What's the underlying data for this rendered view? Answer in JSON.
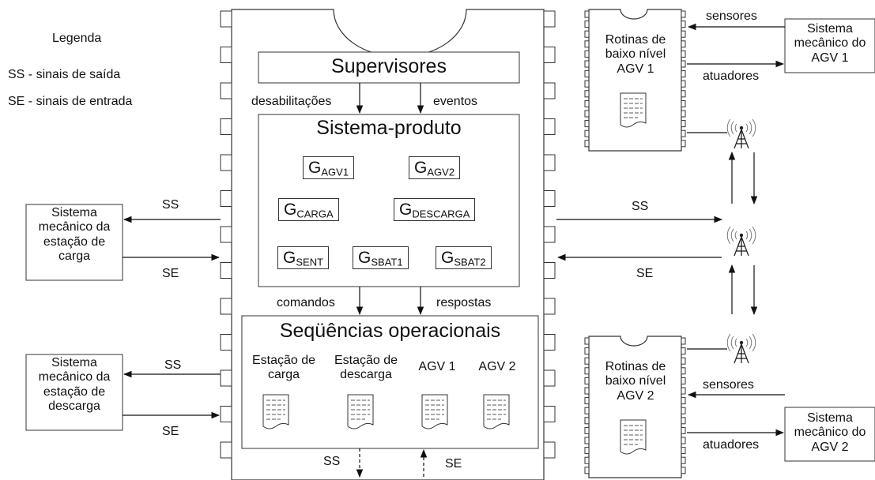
{
  "legend": {
    "title": "Legenda",
    "ss": "SS - sinais de saída",
    "se": "SE - sinais de entrada"
  },
  "main_chip": {
    "supervisors_title": "Supervisores",
    "disable_label": "desabilitações",
    "events_label": "eventos",
    "product_system_title": "Sistema-produto",
    "models": [
      {
        "main": "G",
        "sub": "AGV1"
      },
      {
        "main": "G",
        "sub": "AGV2"
      },
      {
        "main": "G",
        "sub": "CARGA"
      },
      {
        "main": "G",
        "sub": "DESCARGA"
      },
      {
        "main": "G",
        "sub": "SENT"
      },
      {
        "main": "G",
        "sub": "SBAT1"
      },
      {
        "main": "G",
        "sub": "SBAT2"
      }
    ],
    "commands_label": "comandos",
    "responses_label": "respostas",
    "sequences_title": "Seqüências operacionais",
    "sequences": [
      {
        "line1": "Estação de",
        "line2": "carga"
      },
      {
        "line1": "Estação de",
        "line2": "descarga"
      },
      {
        "line1": "AGV 1",
        "line2": ""
      },
      {
        "line1": "AGV 2",
        "line2": ""
      }
    ],
    "bottom_ss": "SS",
    "bottom_se": "SE"
  },
  "left_systems": {
    "loading": {
      "lines": [
        "Sistema",
        "mecânico da",
        "estação de",
        "carga"
      ],
      "ss": "SS",
      "se": "SE"
    },
    "unloading": {
      "lines": [
        "Sistema",
        "mecânico da",
        "estação de",
        "descarga"
      ],
      "ss": "SS",
      "se": "SE"
    }
  },
  "right_links": {
    "ss": "SS",
    "se": "SE"
  },
  "agv1": {
    "chip_lines": [
      "Rotinas de",
      "baixo nível",
      "AGV 1"
    ],
    "sensors_label": "sensores",
    "actuators_label": "atuadores",
    "mech_lines": [
      "Sistema",
      "mecânico do",
      "AGV 1"
    ]
  },
  "agv2": {
    "chip_lines": [
      "Rotinas de",
      "baixo nível",
      "AGV 2"
    ],
    "sensors_label": "sensores",
    "actuators_label": "atuadores",
    "mech_lines": [
      "Sistema",
      "mecânico do",
      "AGV 2"
    ]
  },
  "antenna_icons": [
    "antenna-icon",
    "antenna-icon",
    "antenna-icon"
  ],
  "document_icons": [
    "document-icon"
  ]
}
